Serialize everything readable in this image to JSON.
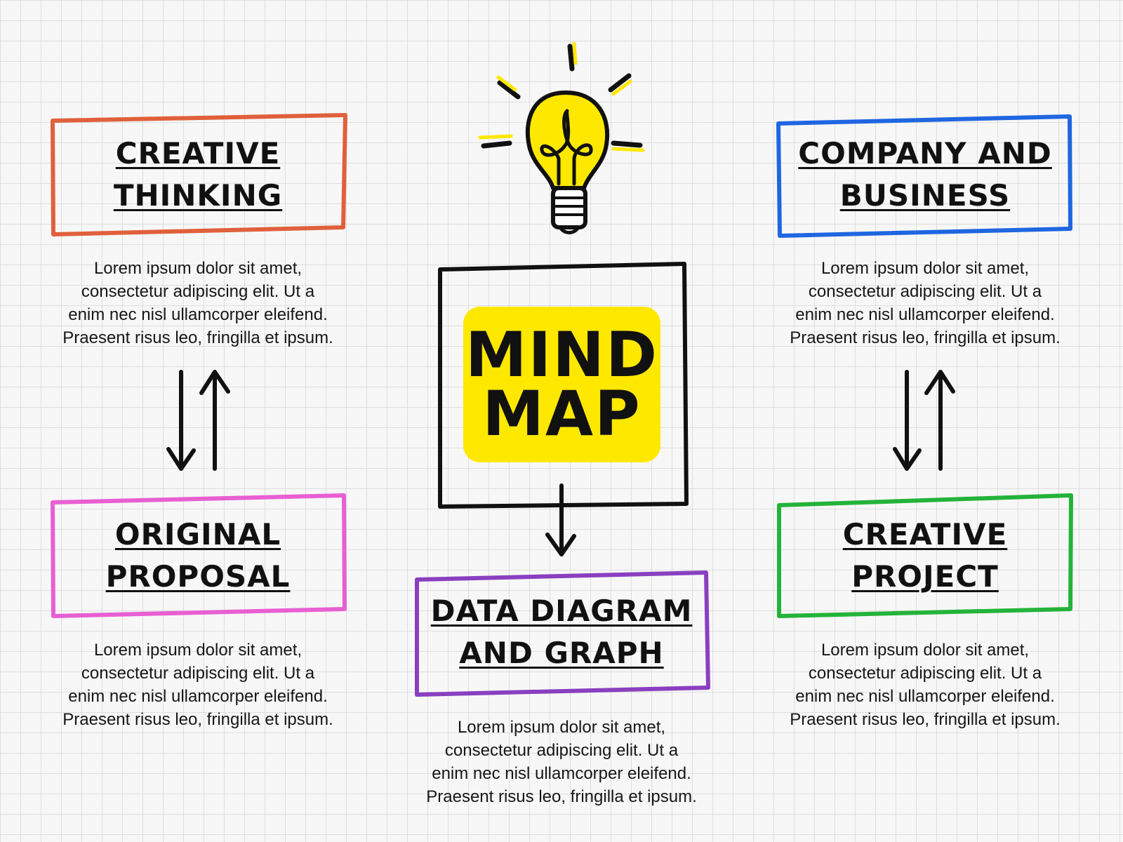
{
  "center": {
    "line1": "MIND",
    "line2": "MAP"
  },
  "nodes": {
    "creative_thinking": {
      "title": [
        "CREATIVE",
        "THINKING"
      ],
      "color": "#e0603b",
      "description": [
        "Lorem ipsum dolor sit amet,",
        "consectetur adipiscing elit. Ut a",
        "enim nec nisl ullamcorper eleifend.",
        "Praesent risus leo, fringilla et ipsum."
      ]
    },
    "company_business": {
      "title": [
        "COMPANY AND",
        "BUSINESS"
      ],
      "color": "#1f66e0",
      "description": [
        "Lorem ipsum dolor sit amet,",
        "consectetur adipiscing elit. Ut a",
        "enim nec nisl ullamcorper eleifend.",
        "Praesent risus leo, fringilla et ipsum."
      ]
    },
    "original_proposal": {
      "title": [
        "ORIGINAL",
        "PROPOSAL"
      ],
      "color": "#e85fd3",
      "description": [
        "Lorem ipsum dolor sit amet,",
        "consectetur adipiscing elit. Ut a",
        "enim nec nisl ullamcorper eleifend.",
        "Praesent risus leo, fringilla et ipsum."
      ]
    },
    "creative_project": {
      "title": [
        "CREATIVE",
        "PROJECT"
      ],
      "color": "#24b33a",
      "description": [
        "Lorem ipsum dolor sit amet,",
        "consectetur adipiscing elit. Ut a",
        "enim nec nisl ullamcorper eleifend.",
        "Praesent risus leo, fringilla et ipsum."
      ]
    },
    "data_diagram": {
      "title": [
        "DATA DIAGRAM",
        "AND GRAPH"
      ],
      "color": "#8a3fc0",
      "description": [
        "Lorem ipsum dolor sit amet,",
        "consectetur adipiscing elit. Ut a",
        "enim nec nisl ullamcorper eleifend.",
        "Praesent risus leo, fringilla et ipsum."
      ]
    }
  },
  "colors": {
    "bulb": "#ffe800",
    "center_fill": "#ffe800",
    "ink": "#111111"
  },
  "icons": [
    "lightbulb-icon",
    "arrow-down-icon",
    "arrow-up-icon"
  ]
}
